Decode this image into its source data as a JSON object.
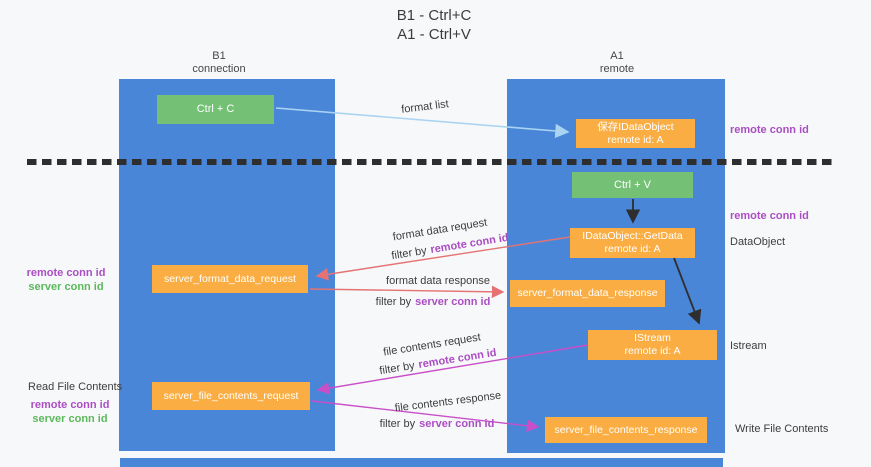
{
  "title": {
    "line1": "B1 - Ctrl+C",
    "line2": "A1 - Ctrl+V"
  },
  "columns": {
    "left": {
      "name": "B1",
      "role": "connection"
    },
    "right": {
      "name": "A1",
      "role": "remote"
    }
  },
  "nodes": {
    "ctrl_c": {
      "label": "Ctrl + C"
    },
    "save_idataobject": {
      "line1": "保存IDataObject",
      "line2": "remote id: A"
    },
    "ctrl_v": {
      "label": "Ctrl + V"
    },
    "getdata": {
      "line1": "IDataObject::GetData",
      "line2": "remote id: A"
    },
    "istream": {
      "line1": "IStream",
      "line2": "remote id: A"
    },
    "server_format_data_request": {
      "label": "server_format_data_request"
    },
    "server_format_data_response": {
      "label": "server_format_data_response"
    },
    "server_file_contents_request": {
      "label": "server_file_contents_request"
    },
    "server_file_contents_response": {
      "label": "server_file_contents_response"
    }
  },
  "arrow_labels": {
    "format_list": "format list",
    "format_data_request": "format data request",
    "format_data_response": "format data response",
    "file_contents_request": "file contents request",
    "file_contents_response": "file contents response",
    "filter_by": "filter by",
    "remote_conn_id": "remote conn id",
    "server_conn_id": "server conn id"
  },
  "side_labels": {
    "remote_conn_id": "remote conn id",
    "server_conn_id": "server conn id",
    "dataobject": "DataObject",
    "istream": "Istream",
    "read_file_contents": "Read File Contents",
    "write_file_contents": "Write File Contents"
  },
  "colors": {
    "column_blue": "#4a86d8",
    "box_green": "#74c175",
    "box_orange": "#f9ad43",
    "label_purple": "#ab4ec4",
    "label_green": "#5cb85c",
    "arrow_red": "#e57373",
    "arrow_magenta": "#c94fc9",
    "arrow_light_blue": "#a9d4f2",
    "arrow_black": "#2e2e2e"
  }
}
